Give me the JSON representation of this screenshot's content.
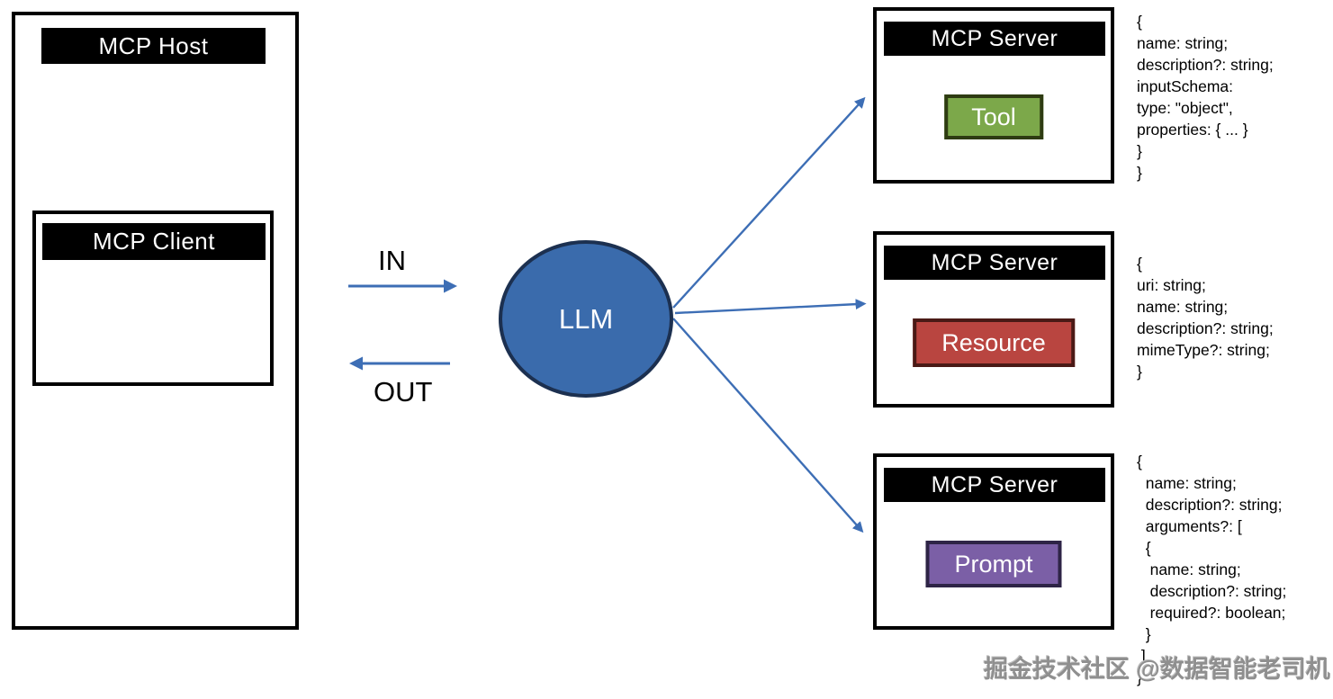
{
  "host": {
    "title": "MCP Host",
    "client_title": "MCP Client"
  },
  "flow": {
    "in_label": "IN",
    "out_label": "OUT",
    "llm_label": "LLM"
  },
  "servers": [
    {
      "title": "MCP Server",
      "capability": "Tool",
      "color": "#7CA84A",
      "border_color": "#2E3B12",
      "schema": "{\nname: string;\ndescription?: string;\ninputSchema:\ntype: \"object\",\nproperties: { ... }\n}\n}"
    },
    {
      "title": "MCP Server",
      "capability": "Resource",
      "color": "#B94540",
      "border_color": "#4A1A16",
      "schema": "{\nuri: string;\nname: string;\ndescription?: string;\nmimeType?: string;\n}"
    },
    {
      "title": "MCP Server",
      "capability": "Prompt",
      "color": "#7B5FA6",
      "border_color": "#2E2446",
      "schema": "{\n  name: string;\n  description?: string;\n  arguments?: [\n  {\n   name: string;\n   description?: string;\n   required?: boolean;\n  }\n ]\n}"
    }
  ],
  "colors": {
    "arrow": "#3D6EB5",
    "llm_fill": "#3A6BAC",
    "llm_border": "#1C3050"
  },
  "watermark": "掘金技术社区 @数据智能老司机"
}
